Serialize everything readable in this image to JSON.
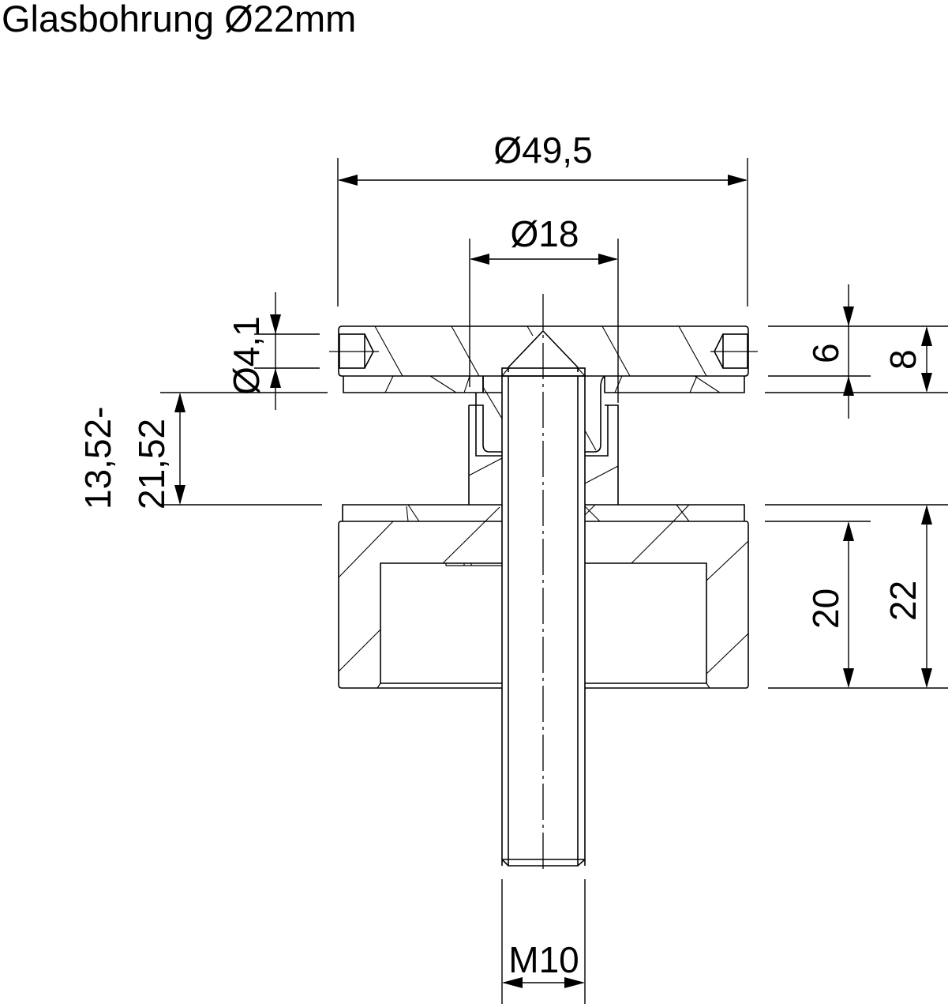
{
  "title": "Glasbohrung Ø22mm",
  "drawing": {
    "subject": "glass-point-fixing-spider-bolt-cross-section",
    "line_color": "#000000",
    "background_color": "#ffffff"
  },
  "dimensions": {
    "outer_diameter": "Ø49,5",
    "inner_diameter": "Ø18",
    "countersink_hole": "Ø4,1",
    "glass_gap_min": "13,52-",
    "glass_gap_max": "21,52",
    "cap_thickness_inner": "6",
    "cap_thickness_outer": "8",
    "base_inner_height": "20",
    "base_outer_height": "22",
    "thread": "M10"
  }
}
